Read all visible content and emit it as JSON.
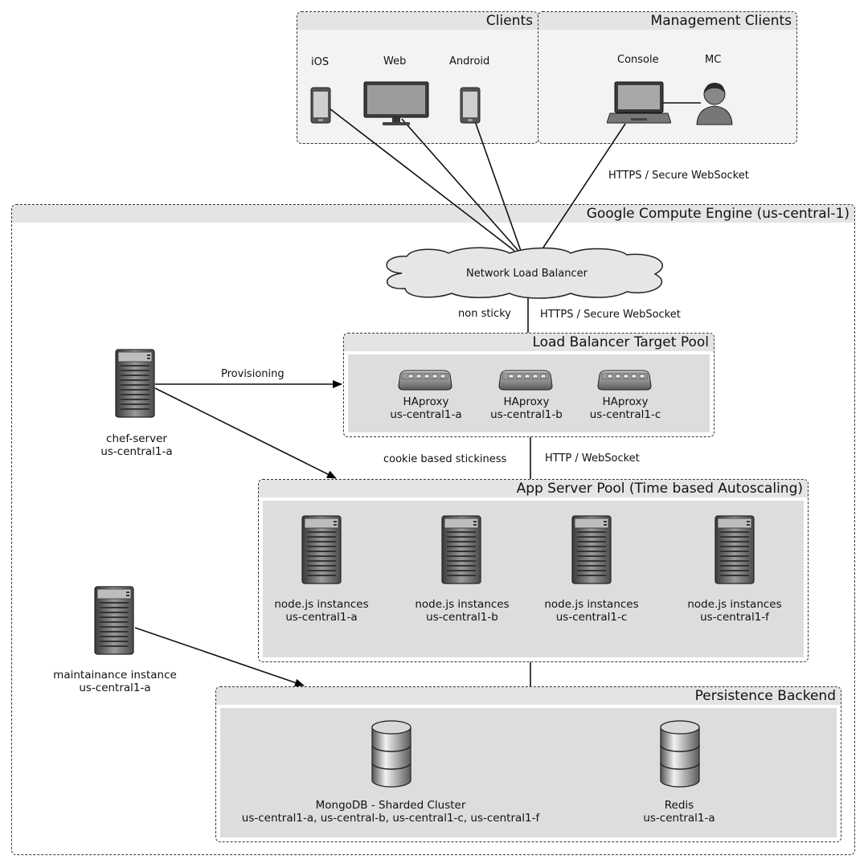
{
  "groups": {
    "clients": "Clients",
    "management": "Management Clients",
    "gce": "Google Compute Engine (us-central-1)",
    "lb_pool": "Load Balancer Target Pool",
    "app_pool": "App Server Pool (Time based Autoscaling)",
    "persistence": "Persistence Backend"
  },
  "clients": {
    "ios": "iOS",
    "web": "Web",
    "android": "Android",
    "console": "Console",
    "mc": "MC"
  },
  "network_lb": "Network Load Balancer",
  "edges": {
    "mgmt_protocol": "HTTPS / Secure WebSocket",
    "lb_protocol": "HTTPS / Secure WebSocket",
    "non_sticky": "non sticky",
    "provisioning": "Provisioning",
    "cookie": "cookie based stickiness",
    "http_ws": "HTTP / WebSocket"
  },
  "chef": {
    "name": "chef-server",
    "zone": "us-central1-a"
  },
  "maintenance": {
    "name": "maintainance instance",
    "zone": "us-central1-a"
  },
  "haproxy": [
    {
      "name": "HAproxy",
      "zone": "us-central1-a"
    },
    {
      "name": "HAproxy",
      "zone": "us-central1-b"
    },
    {
      "name": "HAproxy",
      "zone": "us-central1-c"
    }
  ],
  "nodes": [
    {
      "name": "node.js instances",
      "zone": "us-central1-a"
    },
    {
      "name": "node.js instances",
      "zone": "us-central1-b"
    },
    {
      "name": "node.js instances",
      "zone": "us-central1-c"
    },
    {
      "name": "node.js instances",
      "zone": "us-central1-f"
    }
  ],
  "mongo": {
    "name": "MongoDB - Sharded Cluster",
    "zones": "us-central1-a, us-central-b, us-central1-c, us-central1-f"
  },
  "redis": {
    "name": "Redis",
    "zone": "us-central1-a"
  }
}
